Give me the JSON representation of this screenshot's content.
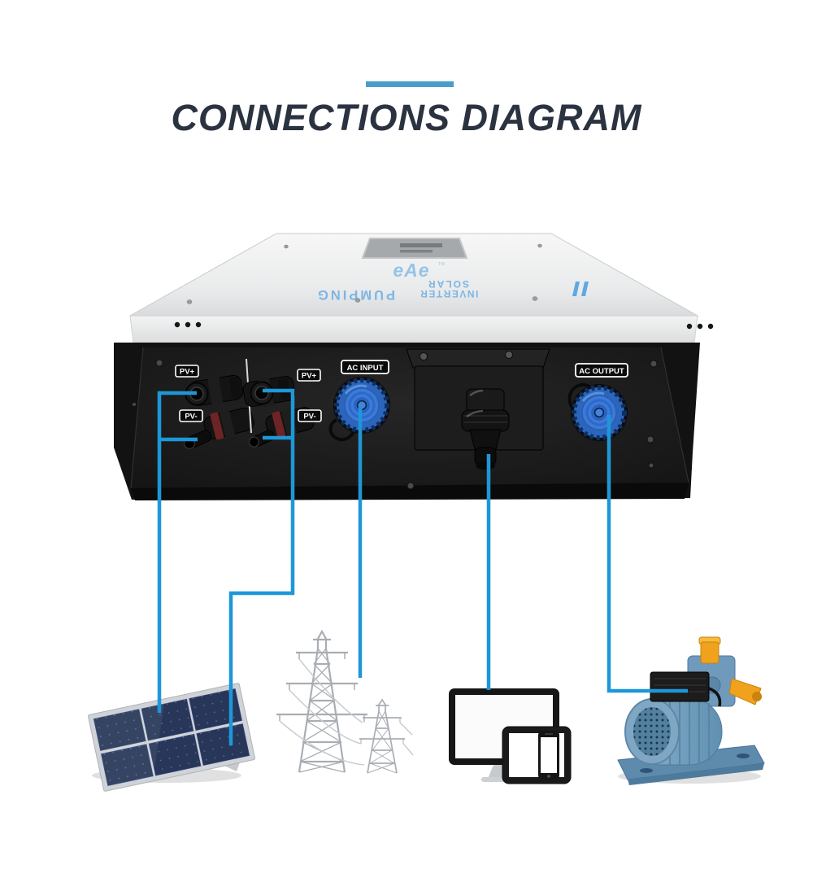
{
  "title": {
    "text": "CONNECTIONS DIAGRAM",
    "accent_bar_color": "#4a9dc9"
  },
  "inverter": {
    "logo_text": "eAe",
    "logo_tm": "TM",
    "top_print": {
      "line_solar": "SOLAR",
      "line_pumping": "PUMPING",
      "line_inverter": "INVERTER"
    },
    "ports": {
      "pv_plus": "PV+",
      "pv_minus": "PV-",
      "ac_input": "AC INPUT",
      "ac_output": "AC OUTPUT"
    }
  },
  "icons": {
    "solar_panel": "solar-panel",
    "power_grid": "transmission-towers",
    "devices": "monitoring-devices",
    "pump": "water-pump"
  },
  "connections": [
    {
      "from": "pv-input-pair-1",
      "to": "solar-panel"
    },
    {
      "from": "pv-input-pair-2",
      "to": "solar-panel"
    },
    {
      "from": "ac-input-port",
      "to": "power-grid"
    },
    {
      "from": "comm-gland",
      "to": "monitoring-devices"
    },
    {
      "from": "ac-output-port",
      "to": "water-pump"
    }
  ],
  "colors": {
    "connection_line": "#1e97d8",
    "accent_bar": "#4a9dc9",
    "title_text": "#2b3240",
    "cap_blue": "#3a7ad8",
    "lid_print_blue": "#7cb6e4",
    "panel_cell_blue": "#273659",
    "pump_body_blue": "#7fa7c4",
    "pump_port_orange": "#f0a21c"
  }
}
